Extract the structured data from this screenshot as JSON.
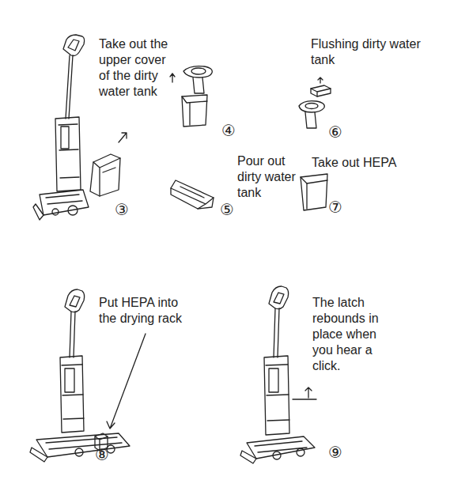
{
  "diagram": {
    "labels": [
      "Take out the upper cover of the dirty water tank",
      "Flushing dirty water tank",
      "④",
      "⑥",
      "Pour out dirty water tank",
      "Take out HEPA",
      "③",
      "⑤",
      "⑦",
      "Put HEPA into the drying rack",
      "The latch rebounds in place when you hear a click.",
      "⑧",
      "⑨"
    ]
  }
}
